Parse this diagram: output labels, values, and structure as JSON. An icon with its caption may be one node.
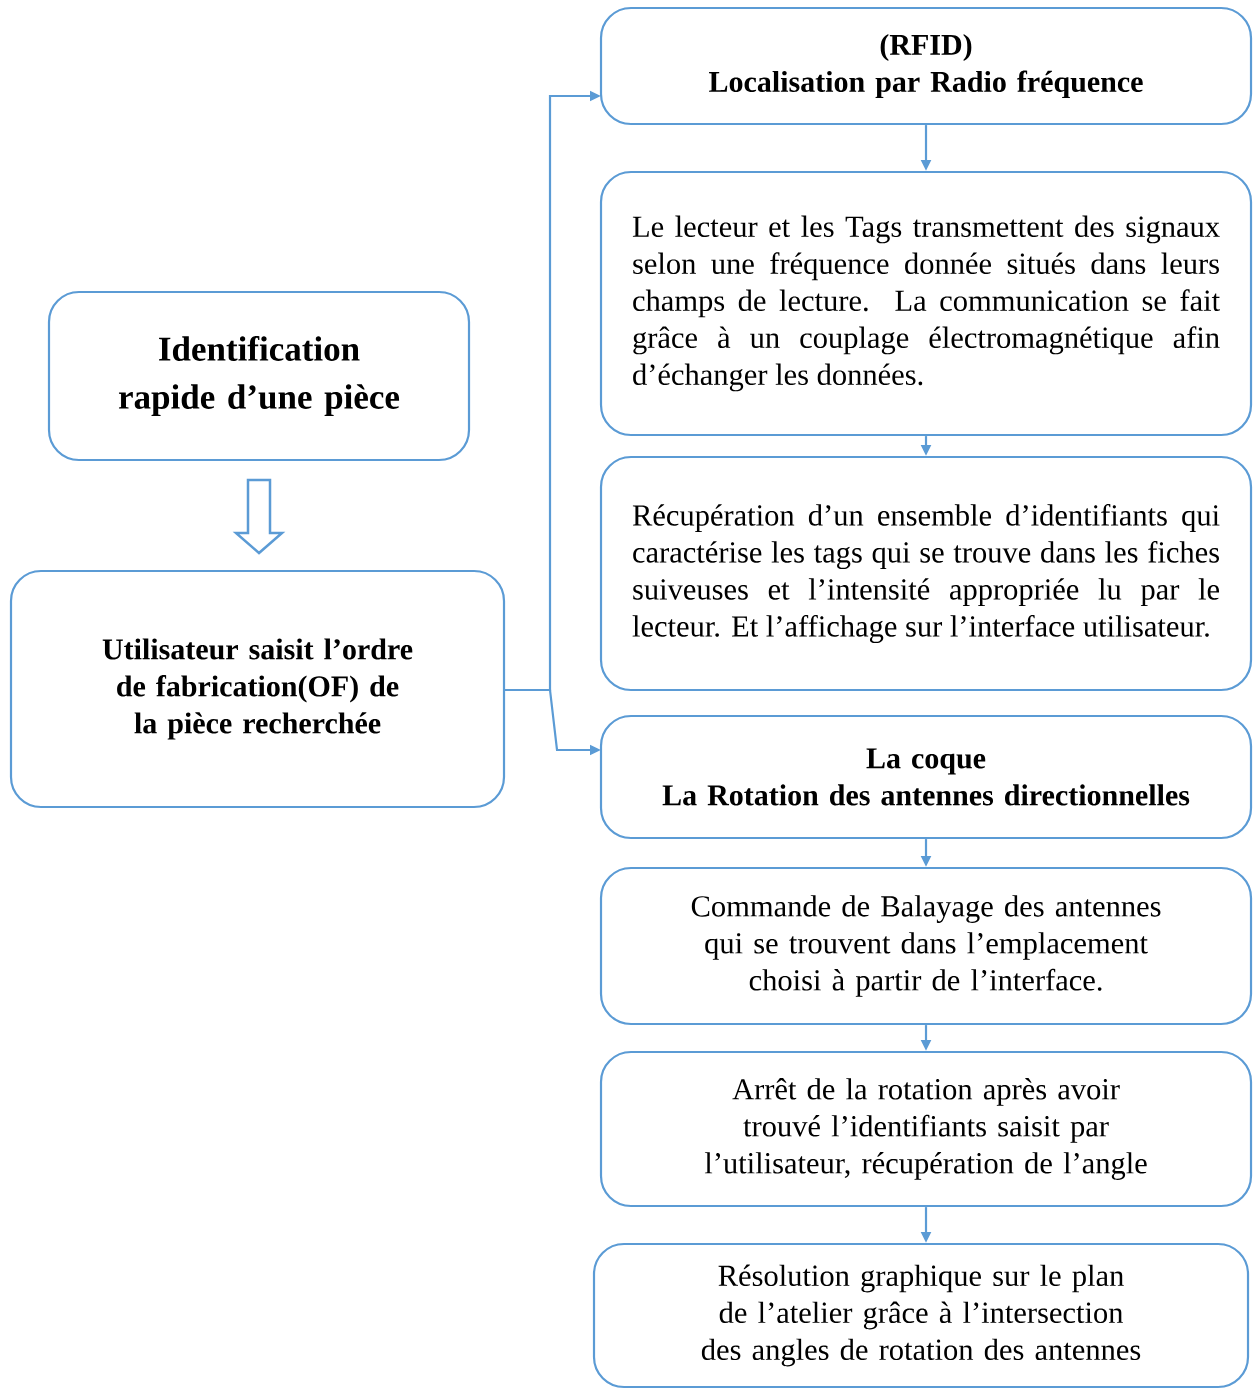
{
  "diagram": {
    "nodes": [
      {
        "text": [
          "Identification rapide d’une pièce"
        ]
      },
      {
        "text": [
          "Utilisateur saisit l’ordre de fabrication(OF) de la pièce recherchée"
        ]
      },
      {
        "text": [
          "(RFID)",
          "Localisation par Radio fréquence"
        ]
      },
      {
        "text": [
          "Le lecteur et les Tags transmettent des signaux selon une fréquence donnée situés dans leurs champs de lecture. La communication se fait grâce à un couplage électromagnétique afin d’échanger les données."
        ]
      },
      {
        "text": [
          "Récupération d’un ensemble d’identifiants qui caractérise les tags qui se trouve dans les fiches suiveuses et l’intensité appropriée lu par le lecteur. Et l’affichage sur l’interface utilisateur."
        ]
      },
      {
        "text": [
          "La coque",
          "La Rotation des antennes directionnelles"
        ]
      },
      {
        "text": [
          "Commande de Balayage des antennes qui se trouvent dans l’emplacement choisi à partir de l’interface."
        ]
      },
      {
        "text": [
          "Arrêt de la rotation après avoir trouvé l’identifiants saisit par l’utilisateur, récupération de l’angle"
        ]
      },
      {
        "text": [
          "Résolution graphique sur le plan de l’atelier grâce à l’intersection des angles de rotation des antennes"
        ]
      }
    ],
    "edges": [
      {
        "from": 0,
        "to": 1,
        "arrow": "to",
        "style": "thick"
      },
      {
        "from": 1,
        "to": 2,
        "arrow": "to"
      },
      {
        "from": 1,
        "to": 5,
        "arrow": "to"
      },
      {
        "from": 2,
        "to": 3,
        "arrow": "to"
      },
      {
        "from": 3,
        "to": 4,
        "arrow": "to"
      },
      {
        "from": 5,
        "to": 6,
        "arrow": "to"
      },
      {
        "from": 6,
        "to": 7,
        "arrow": "to"
      },
      {
        "from": 7,
        "to": 8,
        "arrow": "to"
      }
    ]
  }
}
